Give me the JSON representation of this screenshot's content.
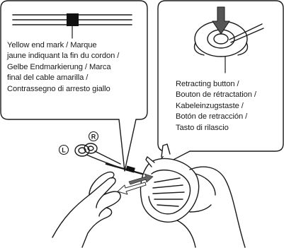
{
  "left_callout": {
    "lines": [
      "Yellow end mark / Marque",
      "jaune indiquant la fin du cordon /",
      "Gelbe Endmarkierung / Marca",
      "final del cable amarilla /",
      "Contrassegno di arresto giallo"
    ]
  },
  "right_callout": {
    "lines": [
      "Retracting button /",
      "Bouton de rétractation /",
      "Kabeleinzugstaste /",
      "Botón de retracción /",
      "Tasto di rilascio"
    ]
  },
  "earbud_labels": {
    "left": "L",
    "right": "R"
  },
  "icons": [
    "yellow-end-mark-icon",
    "retracting-button-icon",
    "press-arrow-icon",
    "pull-arrow-icon",
    "return-arrow-icon"
  ],
  "colors": {
    "line": "#1a1a1a",
    "fill": "#ffffff",
    "end_mark": "#111111"
  }
}
